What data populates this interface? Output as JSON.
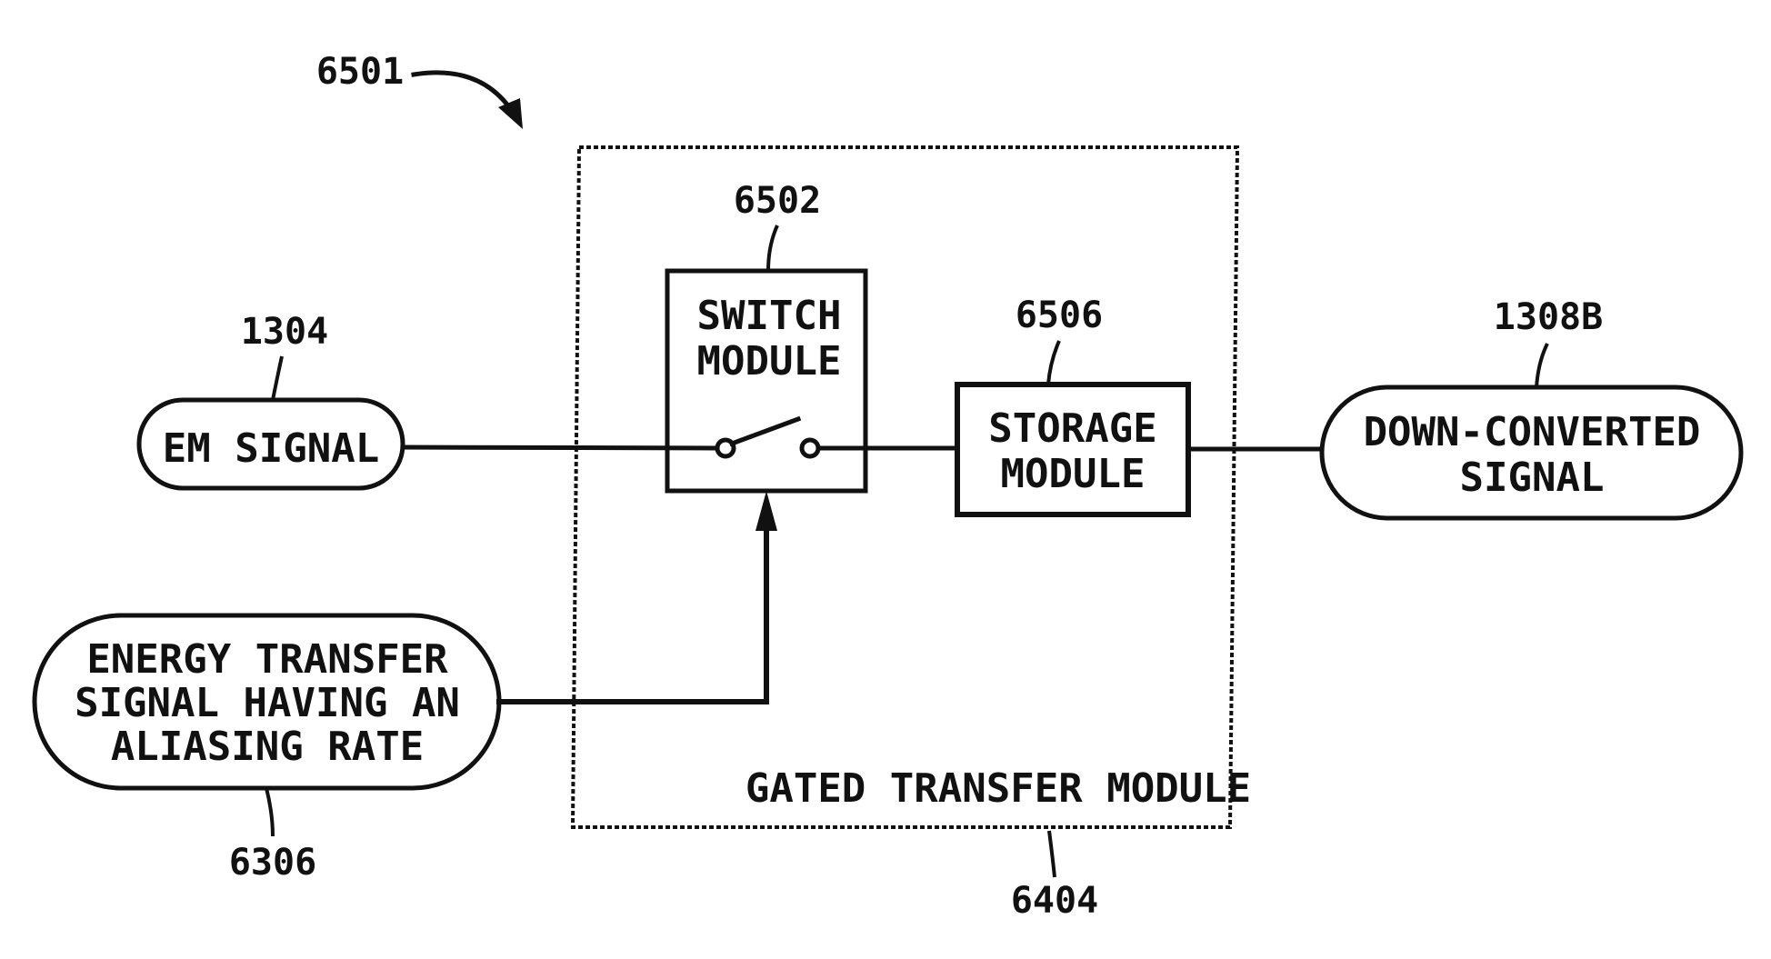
{
  "references": {
    "figure": "6501",
    "switch_module": "6502",
    "storage_module": "6506",
    "em_signal": "1304",
    "down_converted_signal": "1308B",
    "energy_transfer_signal": "6306",
    "gated_transfer_module": "6404"
  },
  "blocks": {
    "em_signal": {
      "label": "EM SIGNAL"
    },
    "switch_module": {
      "line1": "SWITCH",
      "line2": "MODULE"
    },
    "storage_module": {
      "line1": "STORAGE",
      "line2": "MODULE"
    },
    "down_converted_signal": {
      "line1": "DOWN-CONVERTED",
      "line2": "SIGNAL"
    },
    "energy_transfer_signal": {
      "line1": "ENERGY TRANSFER",
      "line2": "SIGNAL HAVING AN",
      "line3": "ALIASING RATE"
    },
    "gated_transfer_module": {
      "label": "GATED TRANSFER MODULE"
    }
  },
  "colors": {
    "ink": "#111111",
    "background": "#ffffff"
  }
}
